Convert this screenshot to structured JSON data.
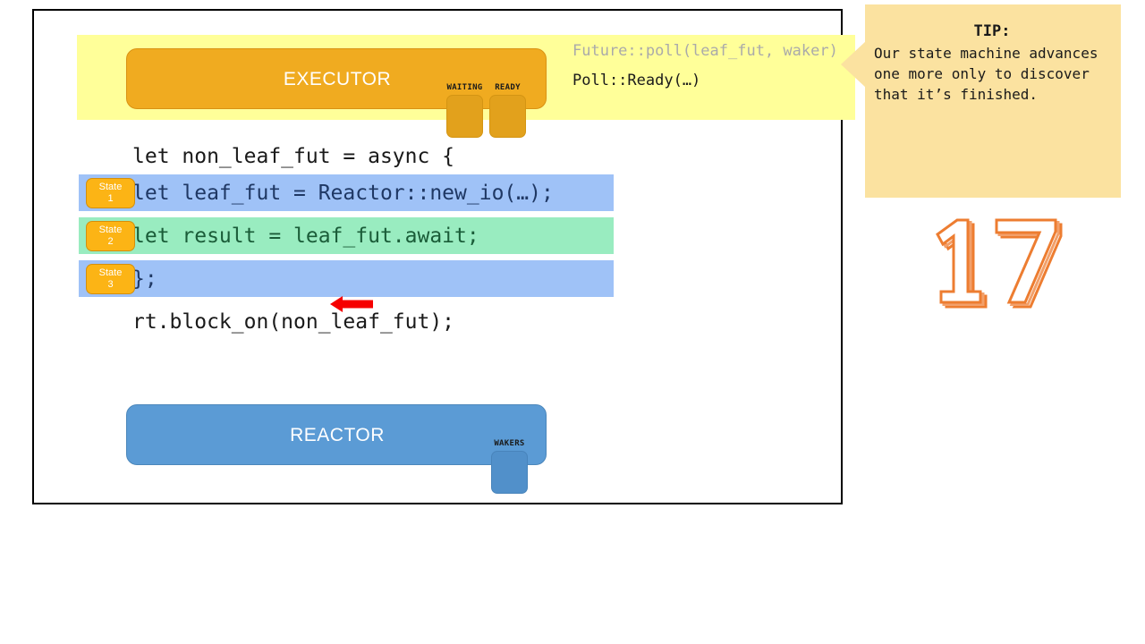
{
  "slide": {
    "page_number": "17",
    "accent_orange": "#ed7d31",
    "executor_color": "#f0ab20",
    "reactor_color": "#5b9bd5",
    "band_color": "#ffff99",
    "tip_color": "#fbe2a0"
  },
  "executor": {
    "label": "EXECUTOR",
    "slots": [
      {
        "caption": "WAITING",
        "name": "waiting-slot"
      },
      {
        "caption": "READY",
        "name": "ready-slot"
      }
    ]
  },
  "annotation": {
    "call": "Future::poll(leaf_fut, waker)",
    "call_color": "#aaaaaa",
    "result": "Poll::Ready(…)",
    "result_color": "#1a1a1a"
  },
  "code": {
    "lines": [
      {
        "id": "line-open",
        "text": "let non_leaf_fut = async {",
        "highlight": "none",
        "badge": null,
        "text_color": "#1a1a1a",
        "arrow": false
      },
      {
        "id": "line-state-1",
        "text": "let leaf_fut = Reactor::new_io(…);",
        "highlight": "blue",
        "badge": {
          "title": "State",
          "number": "1"
        },
        "text_color": "#1f3864",
        "arrow": false
      },
      {
        "id": "line-state-2",
        "text": "let result = leaf_fut.await;",
        "highlight": "green",
        "badge": {
          "title": "State",
          "number": "2"
        },
        "text_color": "#1a5c38",
        "arrow": false
      },
      {
        "id": "line-state-3",
        "text": "};",
        "highlight": "blue",
        "badge": {
          "title": "State",
          "number": "3"
        },
        "text_color": "#1f3864",
        "arrow": true
      },
      {
        "id": "line-block-on",
        "text": "rt.block_on(non_leaf_fut);",
        "highlight": "none",
        "badge": null,
        "text_color": "#1a1a1a",
        "arrow": false
      }
    ]
  },
  "reactor": {
    "label": "REACTOR",
    "slots": [
      {
        "caption": "WAKERS",
        "name": "wakers-slot"
      }
    ]
  },
  "tip": {
    "title": "TIP:",
    "body": "Our state machine advances\none more only to discover\nthat it’s finished."
  }
}
